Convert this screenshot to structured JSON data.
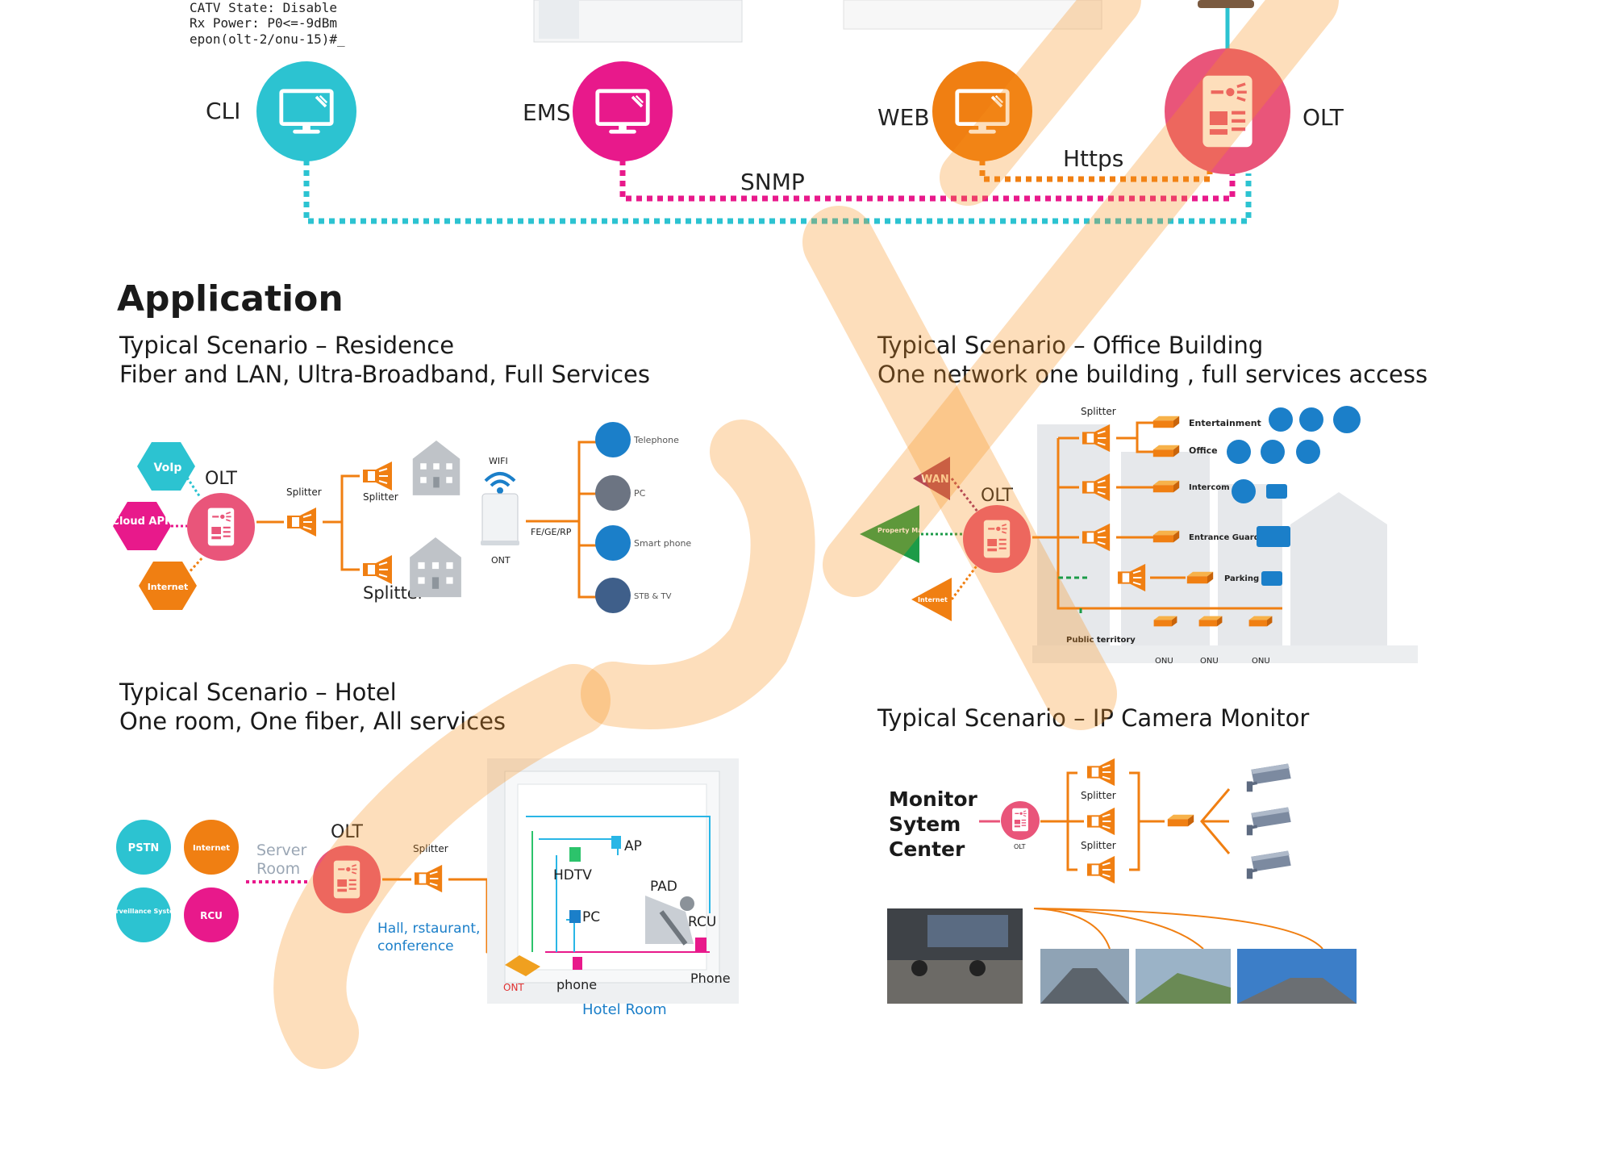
{
  "management": {
    "cli_text": [
      "CATV State:  Disable",
      "Rx    Power: P0<=-9dBm",
      "epon(olt-2/onu-15)#_"
    ],
    "nodes": {
      "cli": "CLI",
      "ems": "EMS",
      "web": "WEB",
      "olt": "OLT"
    },
    "links": {
      "snmp": "SNMP",
      "https": "Https"
    }
  },
  "application": {
    "title": "Application",
    "residence": {
      "title": "Typical Scenario – Residence",
      "subtitle": "Fiber and LAN, Ultra-Broadband, Full Services",
      "services": {
        "voip": "VoIp",
        "cloud": "Cloud APP",
        "internet": "Internet"
      },
      "olt": "OLT",
      "splitter": "Splitter",
      "splitter2": "Splitter",
      "splitter3": "Splitter",
      "wifi": "WIFI",
      "ont": "ONT",
      "port": "FE/GE/RP",
      "devices": [
        "Telephone",
        "PC",
        "Smart phone",
        "STB & TV"
      ]
    },
    "office": {
      "title": "Typical Scenario – Office Building",
      "subtitle": "One network one building , full services access",
      "wan": "WAN",
      "property": "Property Management",
      "internet": "Internet",
      "olt": "OLT",
      "splitter": "Splitter",
      "rows": [
        "Entertainment",
        "Office",
        "Intercom",
        "Entrance Guard",
        "Parking"
      ],
      "public": "Public territory",
      "onu": [
        "ONU",
        "ONU",
        "ONU"
      ]
    },
    "hotel": {
      "title": "Typical Scenario – Hotel",
      "subtitle": "One room, One fiber, All services",
      "services": {
        "pstn": "PSTN",
        "internet": "Internet",
        "surveillance": "Surveillance System",
        "rcu": "RCU"
      },
      "server": [
        "Server",
        "Room"
      ],
      "olt": "OLT",
      "splitter": "Splitter",
      "hall": [
        "Hall, rstaurant,",
        "conference"
      ],
      "room": {
        "ap": "AP",
        "hdtv": "HDTV",
        "pad": "PAD",
        "pc": "PC",
        "rcu": "RCU",
        "ont": "ONT",
        "phone": "phone",
        "phone2": "Phone"
      },
      "caption": "Hotel Room"
    },
    "camera": {
      "title": "Typical Scenario – IP Camera Monitor",
      "center": [
        "Monitor",
        "Sytem",
        "Center"
      ],
      "olt": "OLT",
      "splitter1": "Splitter",
      "splitter2": "Splitter"
    }
  },
  "colors": {
    "teal": "#2cc3d1",
    "magenta": "#e8198b",
    "orange": "#f07f12",
    "pink": "#e9557a",
    "blue": "#1b7fc9",
    "green": "#1c9b48"
  }
}
